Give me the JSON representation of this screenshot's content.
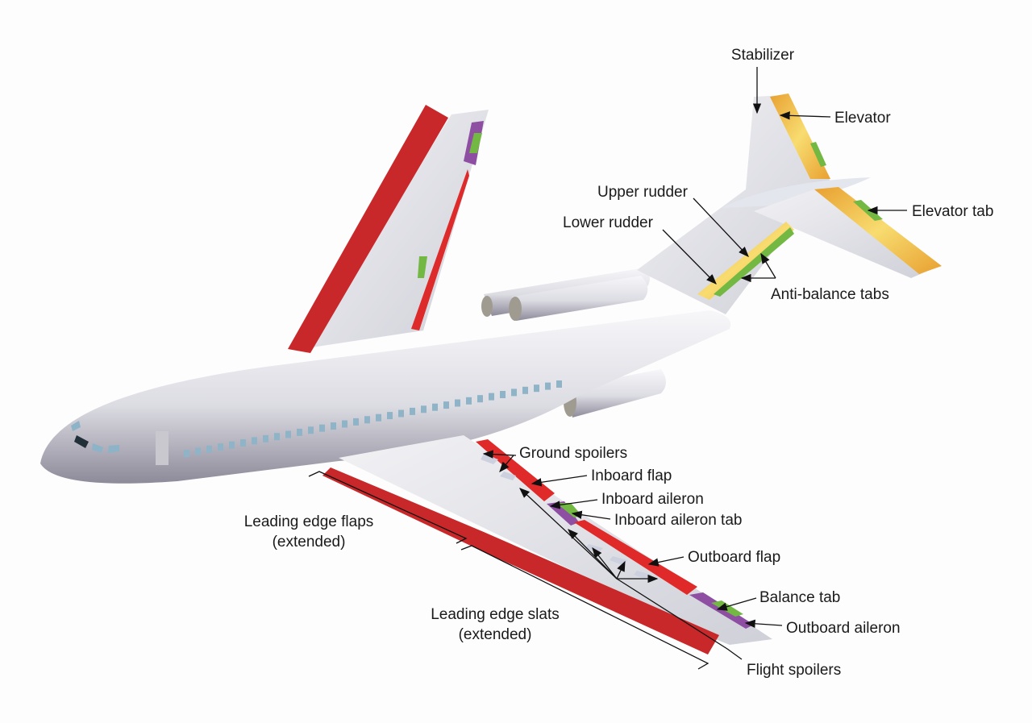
{
  "labels": {
    "stabilizer": "Stabilizer",
    "elevator": "Elevator",
    "elevator_tab": "Elevator tab",
    "upper_rudder": "Upper rudder",
    "lower_rudder": "Lower rudder",
    "anti_balance_tabs": "Anti-balance tabs",
    "ground_spoilers": "Ground spoilers",
    "inboard_flap": "Inboard flap",
    "inboard_aileron": "Inboard aileron",
    "inboard_aileron_tab": "Inboard aileron tab",
    "outboard_flap": "Outboard flap",
    "balance_tab": "Balance tab",
    "outboard_aileron": "Outboard aileron",
    "flight_spoilers": "Flight spoilers",
    "leading_edge_flaps_1": "Leading edge flaps",
    "leading_edge_flaps_2": "(extended)",
    "leading_edge_slats_1": "Leading edge slats",
    "leading_edge_slats_2": "(extended)"
  },
  "colors": {
    "flaps_slats": "#d42a2a",
    "aileron": "#8e4fa3",
    "tab": "#72b843",
    "elevator_rudder": "#f0c050",
    "fuselage": "#e4e4ea"
  }
}
